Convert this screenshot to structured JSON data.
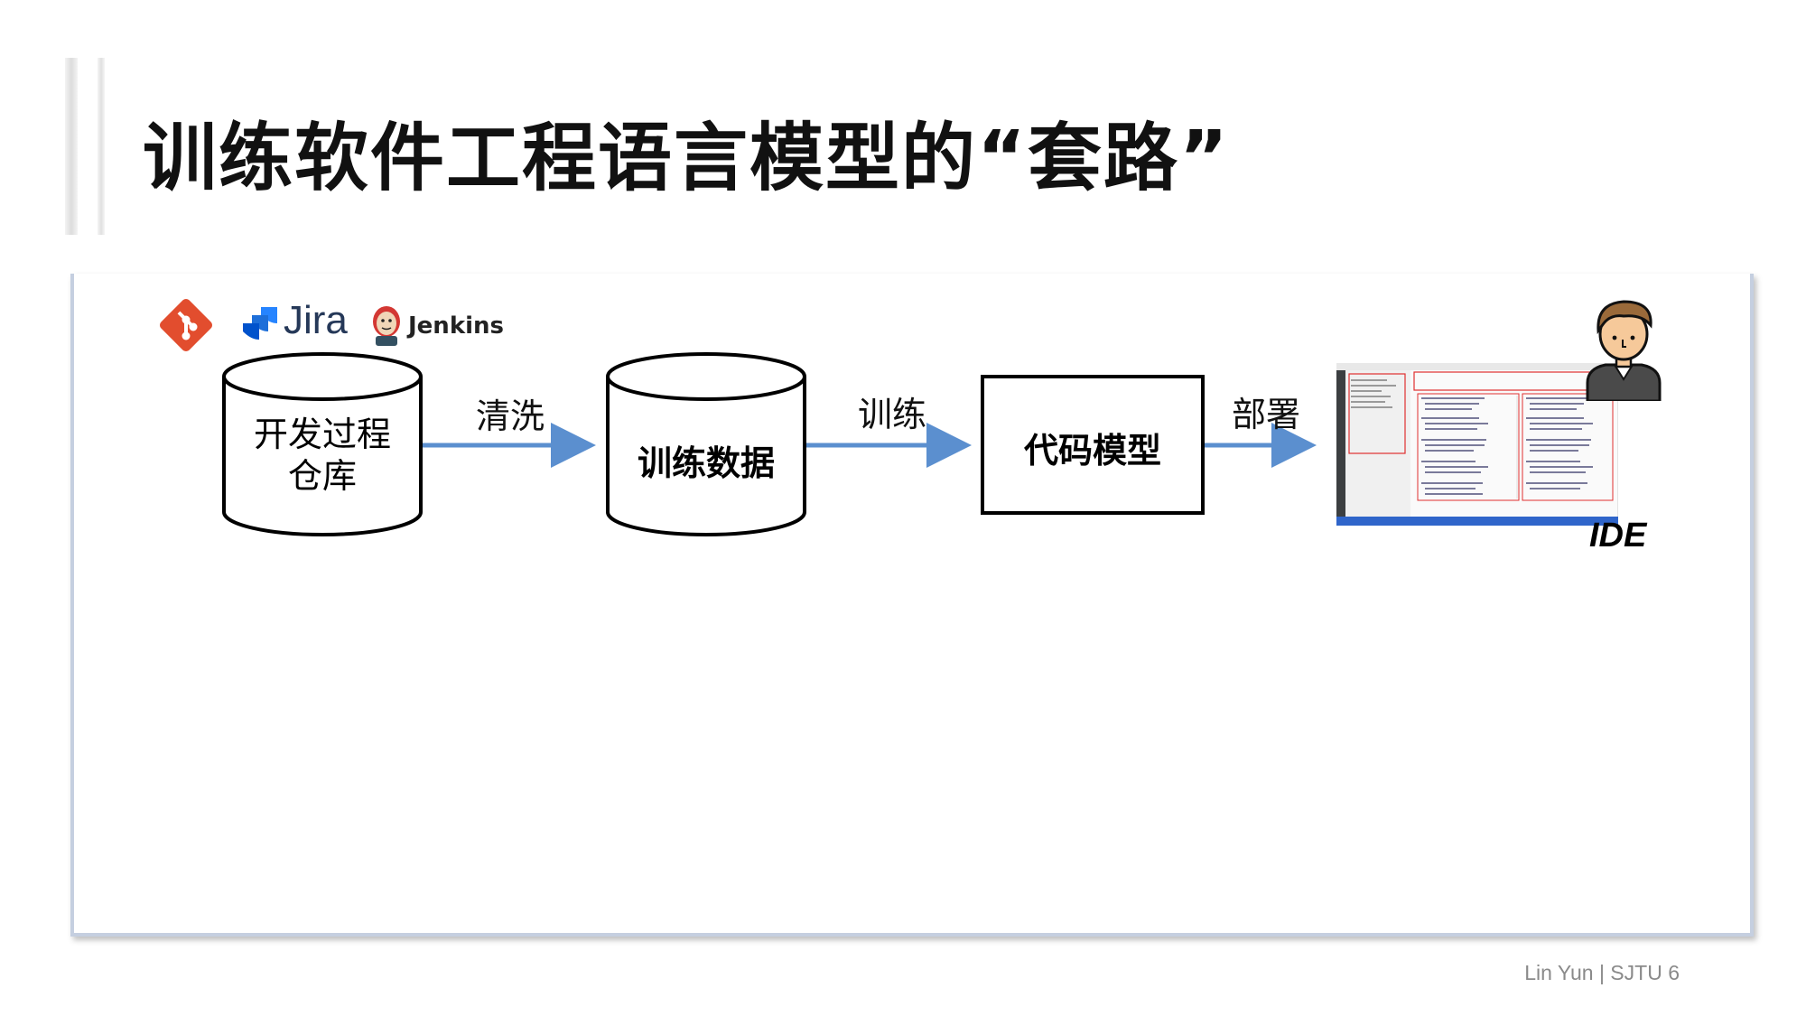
{
  "slide": {
    "title": "训练软件工程语言模型的“套路”",
    "footer": "Lin Yun | SJTU 6"
  },
  "logos": {
    "jira": "Jira",
    "jenkins": "Jenkins"
  },
  "nodes": {
    "repo_line1": "开发过程",
    "repo_line2": "仓库",
    "train_data": "训练数据",
    "code_model": "代码模型",
    "ide": "IDE"
  },
  "edges": {
    "clean": "清洗",
    "train": "训练",
    "deploy": "部署"
  },
  "colors": {
    "arrow": "#5b8fcf",
    "git_logo": "#e24d2e",
    "jira_logo": "#2684ff"
  }
}
